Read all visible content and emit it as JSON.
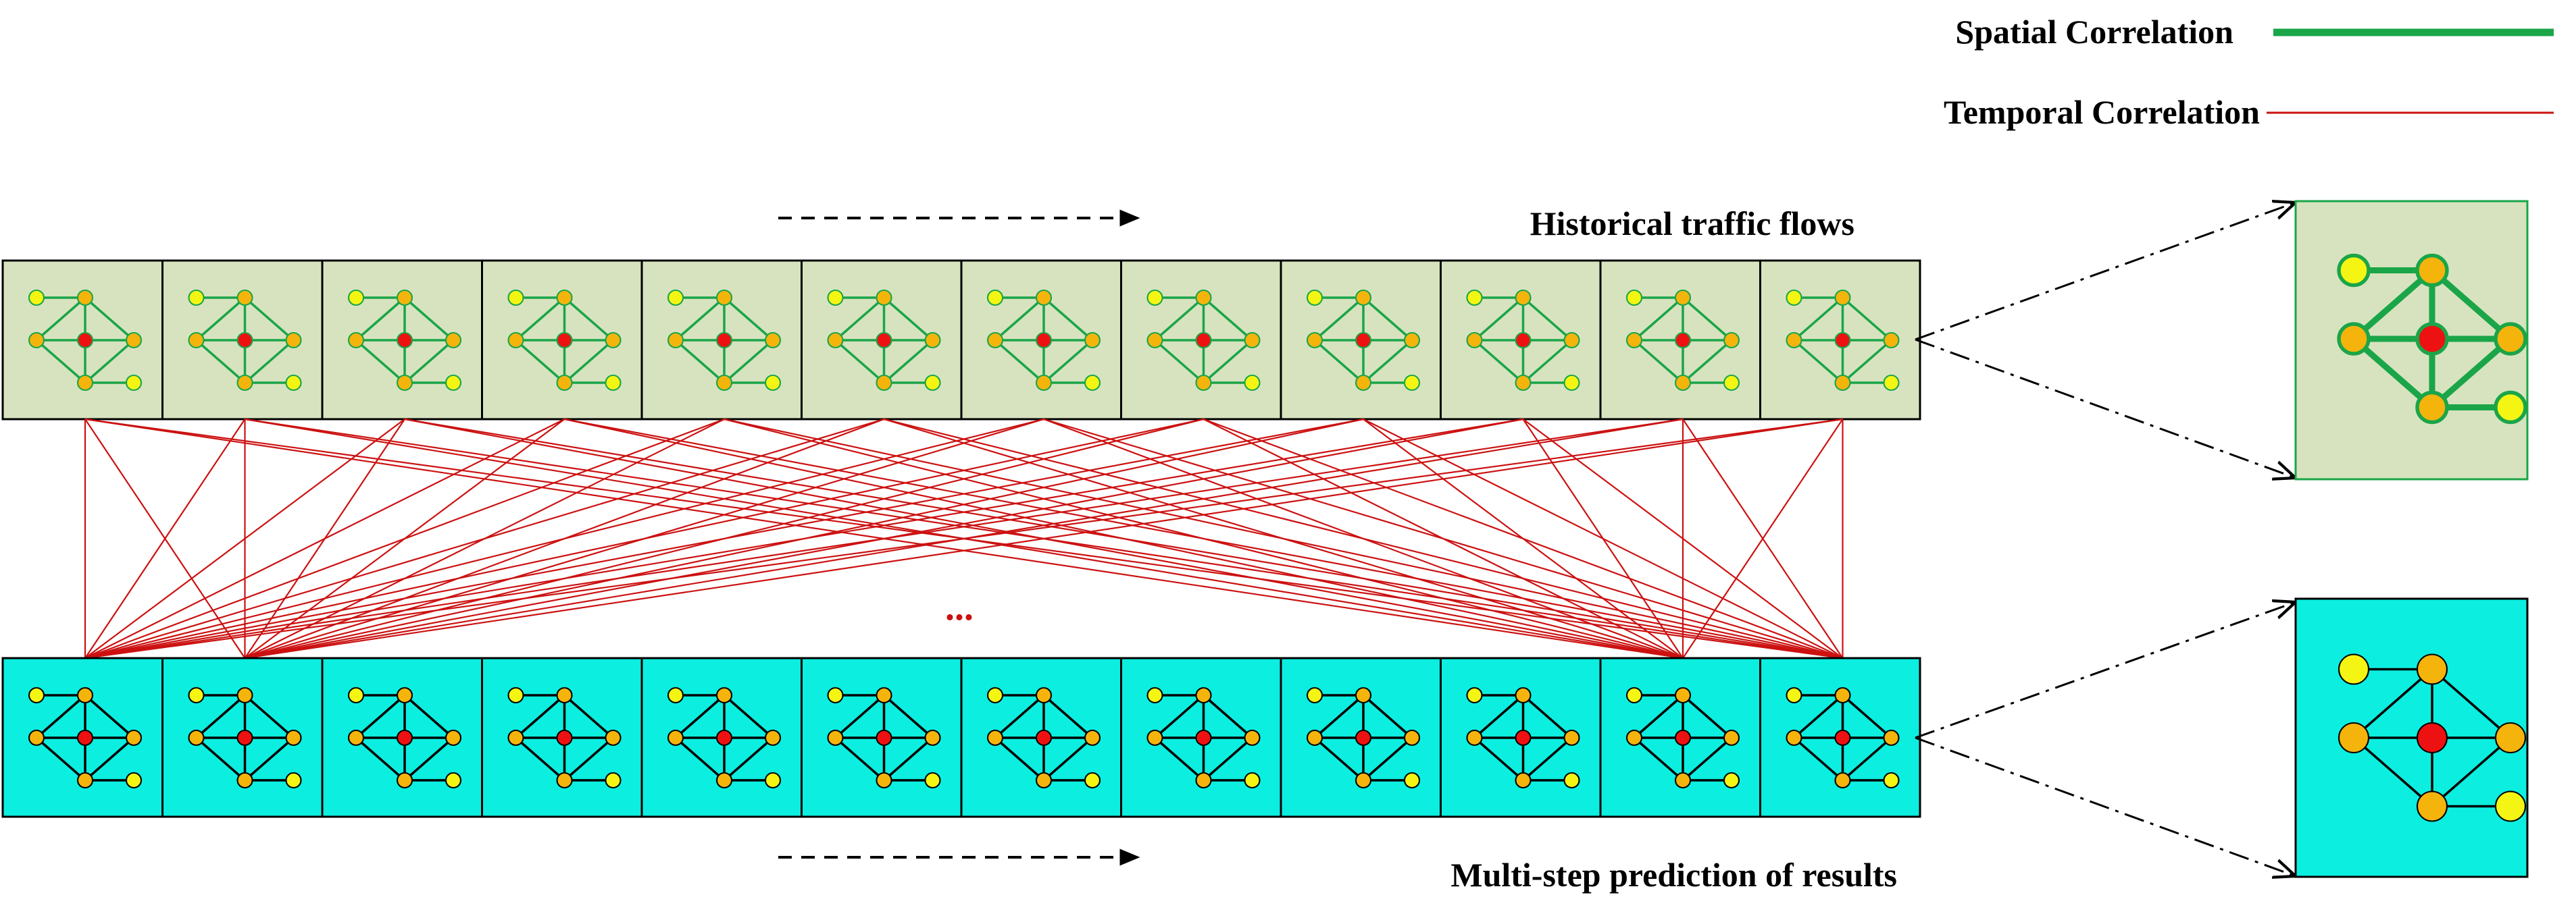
{
  "legend": {
    "spatial_label": "Spatial Correlation",
    "temporal_label": "Temporal Correlation",
    "spatial_color": "#1aa548",
    "temporal_color": "#cc1111"
  },
  "historical": {
    "label": "Historical traffic flows",
    "frame_count": 12,
    "fill": "#d7e3bf",
    "edge_color": "#1aa548"
  },
  "prediction": {
    "label": "Multi-step prediction of results",
    "frame_count": 12,
    "fill": "#0ceee0",
    "edge_color": "#000000"
  },
  "ellipsis": "...",
  "node_colors": {
    "center": "#ee1111",
    "neighbor": "#f5b40c",
    "outer": "#f5f514"
  }
}
